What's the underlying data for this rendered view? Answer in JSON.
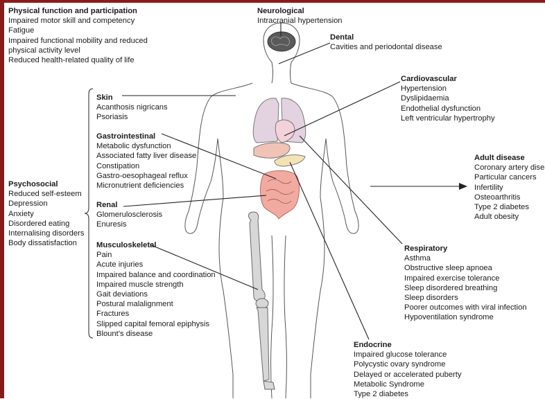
{
  "sections": {
    "physical": {
      "heading": "Physical function and participation",
      "items": [
        "Impaired motor skill and competency",
        "Fatigue",
        "Impaired functional mobility and reduced",
        "physical activity level",
        "Reduced health-related quality of life"
      ]
    },
    "neurological": {
      "heading": "Neurological",
      "items": [
        "Intracranial hypertension"
      ]
    },
    "dental": {
      "heading": "Dental",
      "items": [
        "Cavities and periodontal disease"
      ]
    },
    "cardiovascular": {
      "heading": "Cardiovascular",
      "items": [
        "Hypertension",
        "Dyslipidaemia",
        "Endothelial dysfunction",
        "Left ventricular hypertrophy"
      ]
    },
    "adult": {
      "heading": "Adult disease",
      "items": [
        "Coronary artery disease",
        "Particular cancers",
        "Infertility",
        "Osteoarthritis",
        "Type 2 diabetes",
        "Adult obesity"
      ]
    },
    "skin": {
      "heading": "Skin",
      "items": [
        "Acanthosis nigricans",
        "Psoriasis"
      ]
    },
    "gi": {
      "heading": "Gastrointestinal",
      "items": [
        "Metabolic dysfunction",
        "Associated fatty liver disease",
        "Constipation",
        "Gastro-oesophageal reflux",
        "Micronutrient deficiencies"
      ]
    },
    "psychosocial": {
      "heading": "Psychosocial",
      "items": [
        "Reduced self-esteem",
        "Depression",
        "Anxiety",
        "Disordered eating",
        "Internalising disorders",
        "Body dissatisfaction"
      ]
    },
    "renal": {
      "heading": "Renal",
      "items": [
        "Glomerulosclerosis",
        "Enuresis"
      ]
    },
    "musculoskeletal": {
      "heading": "Musculoskeletal",
      "items": [
        "Pain",
        "Acute injuries",
        "Impaired balance and coordination",
        "Impaired muscle strength",
        "Gait deviations",
        "Postural malalignment",
        "Fractures",
        "Slipped capital femoral epiphysis",
        "Blount’s disease"
      ]
    },
    "respiratory": {
      "heading": "Respiratory",
      "items": [
        "Asthma",
        "Obstructive sleep apnoea",
        "Impaired exercise tolerance",
        "Sleep disordered breathing",
        "Sleep disorders",
        "Poorer outcomes with viral infection",
        "Hypoventilation syndrome"
      ]
    },
    "endocrine": {
      "heading": "Endocrine",
      "items": [
        "Impaired glucose tolerance",
        "Polycystic ovary syndrome",
        "Delayed or accelerated puberty",
        "Metabolic Syndrome",
        "Type 2 diabetes"
      ]
    }
  },
  "colors": {
    "frame": "#8b1a1a",
    "lungs": "#e3d3e1",
    "heart": "#f3d3d8",
    "liver": "#f0c3b6",
    "pancreas": "#f3e2b3",
    "intestine": "#f1aaa0",
    "bone": "#d7d7d7",
    "brain": "#5a5a5a"
  }
}
